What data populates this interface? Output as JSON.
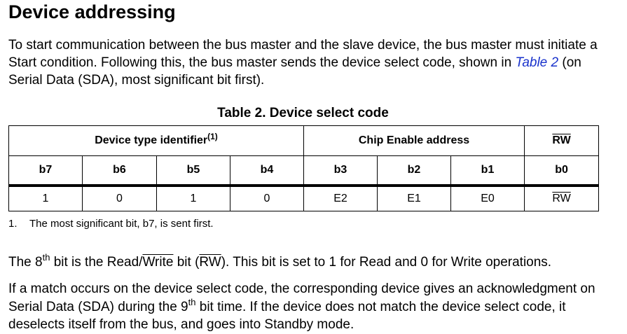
{
  "heading": "Device addressing",
  "intro": {
    "before_link": "To start communication between the bus master and the slave device, the bus master must initiate a Start condition. Following this, the bus master sends the device select code, shown in ",
    "link": "Table 2",
    "after_link": " (on Serial Data (SDA), most significant bit first)."
  },
  "table": {
    "title": "Table 2. Device select code",
    "group_headers": {
      "device_type": "Device type identifier",
      "device_type_note": "(1)",
      "chip_enable": "Chip Enable address",
      "rw": "RW"
    },
    "bit_headers": [
      "b7",
      "b6",
      "b5",
      "b4",
      "b3",
      "b2",
      "b1",
      "b0"
    ],
    "values": [
      "1",
      "0",
      "1",
      "0",
      "E2",
      "E1",
      "E0",
      "RW"
    ]
  },
  "footnote": {
    "number": "1.",
    "text": "The most significant bit, b7, is sent first."
  },
  "para2": {
    "p1": "The 8",
    "sup": "th",
    "p2": " bit is the Read/",
    "write": "Write",
    "p3": " bit (",
    "rw": "RW",
    "p4": "). This bit is set to 1 for Read and 0 for Write operations."
  },
  "para3": {
    "p1": "If a match occurs on the device select code, the corresponding device gives an acknowledgment on Serial Data (SDA) during the 9",
    "sup": "th",
    "p2": " bit time. If the device does not match the device select code, it deselects itself from the bus, and goes into Standby mode."
  }
}
